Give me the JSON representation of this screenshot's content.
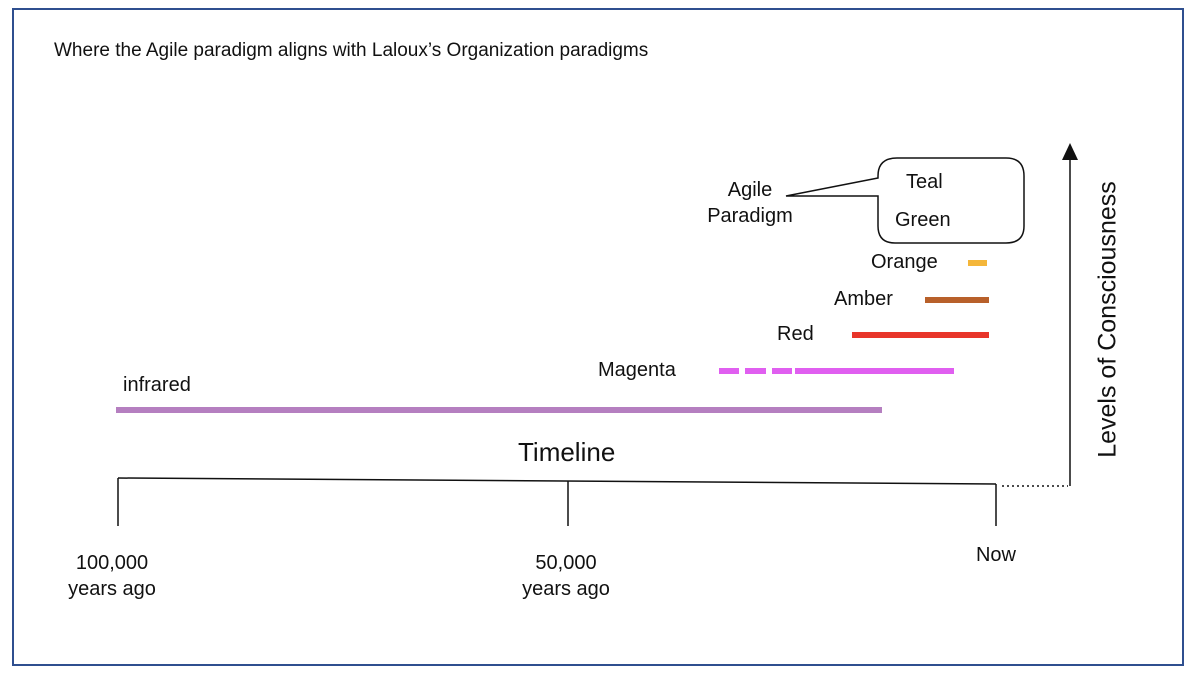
{
  "title": "Where the Agile paradigm aligns with Laloux’s Organization paradigms",
  "timeline_label": "Timeline",
  "axis_label": "Levels of Consciousness",
  "ticks": [
    "100,000\nyears ago",
    "50,000\nyears ago",
    "Now"
  ],
  "agile_label": "Agile\nParadigm",
  "paradigms": {
    "infrared": {
      "label": "infrared",
      "color": "#b57fc0"
    },
    "magenta": {
      "label": "Magenta",
      "color": "#e05ff0"
    },
    "red": {
      "label": "Red",
      "color": "#e8352a"
    },
    "amber": {
      "label": "Amber",
      "color": "#b8602a"
    },
    "orange": {
      "label": "Orange",
      "color": "#f4b63a"
    },
    "green": {
      "label": "Green",
      "color": "#6aab47"
    },
    "teal": {
      "label": "Teal",
      "color": "#4db6ec"
    }
  }
}
